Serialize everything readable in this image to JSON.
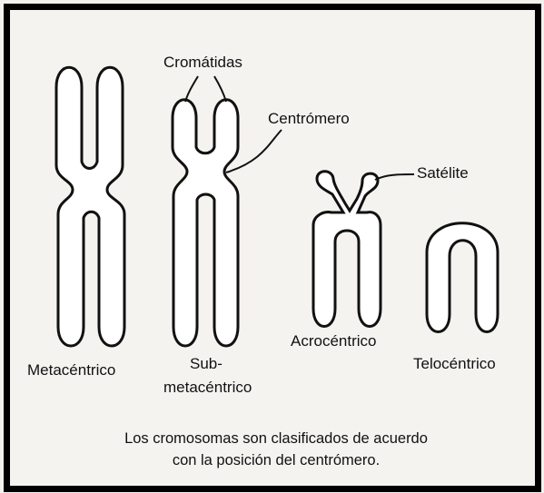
{
  "labels": {
    "chromatids": "Cromátidas",
    "centromere": "Centrómero",
    "satellite": "Satélite",
    "metacentric": "Metacéntrico",
    "submetacentric_line1": "Sub-",
    "submetacentric_line2": "metacéntrico",
    "acrocentric": "Acrocéntrico",
    "telocentric": "Telocéntrico"
  },
  "caption": {
    "line1": "Los cromosomas son clasificados de acuerdo",
    "line2": "con la posición del centrómero."
  }
}
